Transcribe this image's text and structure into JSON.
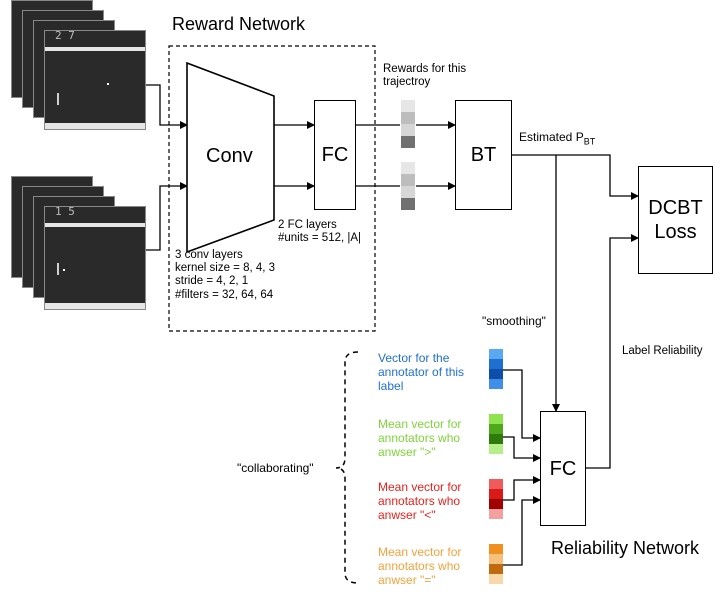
{
  "reward_network": {
    "title": "Reward Network",
    "conv_label": "Conv",
    "fc_label": "FC",
    "bt_label": "BT",
    "conv_info": [
      "3 conv layers",
      "kernel size = 8, 4, 3",
      "stride = 4, 2, 1",
      "#filters = 32, 64, 64"
    ],
    "fc_info": [
      "2 FC layers",
      "#units = 512, |A|"
    ],
    "rewards_label": [
      "Rewards for this",
      "trajectroy"
    ]
  },
  "game_frames": {
    "top_score": "2  7",
    "bottom_score": "1  5"
  },
  "estimated_label": "Estimated P",
  "estimated_sub": "BT",
  "dcbt_label": [
    "DCBT",
    "Loss"
  ],
  "smoothing_label": "\"smoothing\"",
  "label_reliability": "Label Reliability",
  "collaborating_label": "\"collaborating\"",
  "reliability_network": {
    "title": "Reliability Network",
    "fc_label": "FC"
  },
  "annotator_vectors": [
    {
      "text": [
        "Vector for the",
        "annotator of this",
        "label"
      ],
      "color": "#1f6fd6",
      "cells": [
        "#5aa8f0",
        "#1e6fd0",
        "#0d4fa8",
        "#3f8fe8"
      ]
    },
    {
      "text": [
        "Mean vector for",
        "annotators who",
        "anwser \">\""
      ],
      "color": "#7ed43a",
      "cells": [
        "#8fe34c",
        "#4fa81c",
        "#2f7a0c",
        "#b5ef8a"
      ]
    },
    {
      "text": [
        "Mean vector for",
        "annotators who",
        "anwser \"<\""
      ],
      "color": "#e8211c",
      "cells": [
        "#f05a5a",
        "#d81a1a",
        "#a00000",
        "#f5a0a0"
      ]
    },
    {
      "text": [
        "Mean vector for",
        "annotators who",
        "anwser \"=\""
      ],
      "color": "#f2a23c",
      "cells": [
        "#f09020",
        "#f5c07a",
        "#c06a10",
        "#f8d8a8"
      ]
    }
  ],
  "reward_vector_cells": [
    "#e6e6e6",
    "#bdbdbd",
    "#d6d6d6",
    "#707070"
  ]
}
